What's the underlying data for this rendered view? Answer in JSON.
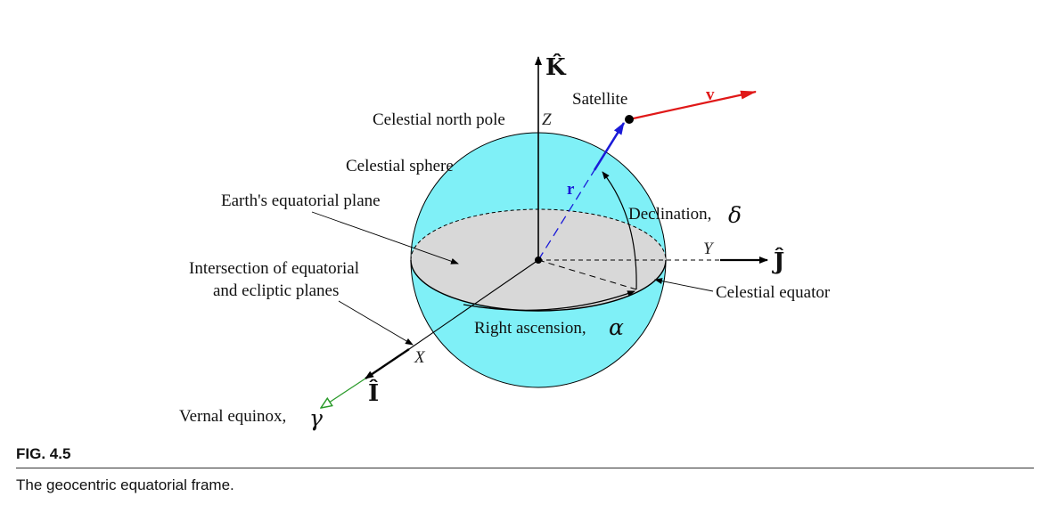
{
  "figure": {
    "number": "FIG. 4.5",
    "caption": "The geocentric equatorial frame."
  },
  "labels": {
    "k_hat": "K̂",
    "j_hat": "Ĵ",
    "i_hat": "Î",
    "z_axis": "Z",
    "y_axis": "Y",
    "x_axis": "X",
    "celestial_north_pole": "Celestial north pole",
    "celestial_sphere": "Celestial sphere",
    "earths_equatorial_plane": "Earth's equatorial plane",
    "intersection_line1": "Intersection of equatorial",
    "intersection_line2": "and ecliptic planes",
    "declination": "Declination,",
    "declination_symbol": "δ",
    "celestial_equator": "Celestial equator",
    "right_ascension": "Right ascension,",
    "right_ascension_symbol": "α",
    "vernal_equinox": "Vernal equinox,",
    "vernal_equinox_symbol": "γ",
    "satellite": "Satellite",
    "r_vector": "r",
    "v_vector": "v"
  },
  "colors": {
    "sphere_fill": "#7ff0f7",
    "equatorial_plane_fill": "#d8d8d8",
    "position_vector": "#1a1ad8",
    "velocity_vector": "#e01818",
    "vernal_equinox_arrow": "#2a9a2a",
    "axis": "#000000"
  }
}
